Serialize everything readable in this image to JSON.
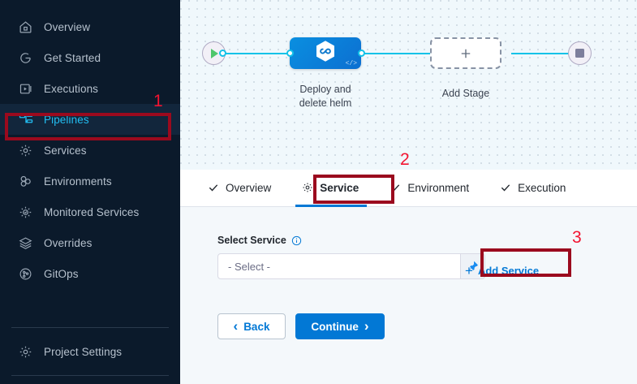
{
  "sidebar": {
    "items": [
      {
        "label": "Overview",
        "icon": "home-icon",
        "active": false
      },
      {
        "label": "Get Started",
        "icon": "get-started-icon",
        "active": false
      },
      {
        "label": "Executions",
        "icon": "executions-icon",
        "active": false
      },
      {
        "label": "Pipelines",
        "icon": "pipelines-icon",
        "active": true
      },
      {
        "label": "Services",
        "icon": "gear-icon",
        "active": false
      },
      {
        "label": "Environments",
        "icon": "environments-icon",
        "active": false
      },
      {
        "label": "Monitored Services",
        "icon": "monitored-services-icon",
        "active": false
      },
      {
        "label": "Overrides",
        "icon": "layers-icon",
        "active": false
      },
      {
        "label": "GitOps",
        "icon": "gitops-icon",
        "active": false
      }
    ],
    "bottom": {
      "label": "Project Settings",
      "icon": "gear-icon"
    }
  },
  "canvas": {
    "start_node": "start-node",
    "end_node": "end-node",
    "stage": {
      "caption_line1": "Deploy and",
      "caption_line2": "delete helm",
      "icon": "harness-deploy-icon",
      "badge": "</>"
    },
    "add_stage": {
      "caption": "Add Stage",
      "plus": "+"
    }
  },
  "tabs": [
    {
      "label": "Overview",
      "icon": "check-icon",
      "active": false
    },
    {
      "label": "Service",
      "icon": "gear-icon",
      "active": true
    },
    {
      "label": "Environment",
      "icon": "check-icon",
      "active": false
    },
    {
      "label": "Execution",
      "icon": "check-icon",
      "active": false
    }
  ],
  "form": {
    "select_service_label": "Select Service",
    "info_tooltip_icon": "info-icon",
    "select_placeholder": "- Select -",
    "pin_icon": "pin-icon",
    "add_service_label": "Add Service",
    "add_service_plus": "+",
    "back_label": "Back",
    "back_chevron": "‹",
    "continue_label": "Continue",
    "continue_chevron": "›"
  },
  "annotations": [
    {
      "number": "1",
      "target": "sidebar-item-pipelines"
    },
    {
      "number": "2",
      "target": "tab-service"
    },
    {
      "number": "3",
      "target": "add-service-button"
    }
  ],
  "colors": {
    "sidebar_bg": "#0b1a2b",
    "accent_blue": "#0278d5",
    "active_nav_text": "#22bdf1",
    "annotation_box": "#9b0a1e",
    "annotation_number": "#f31330",
    "pipe_cyan": "#13c2e8"
  }
}
